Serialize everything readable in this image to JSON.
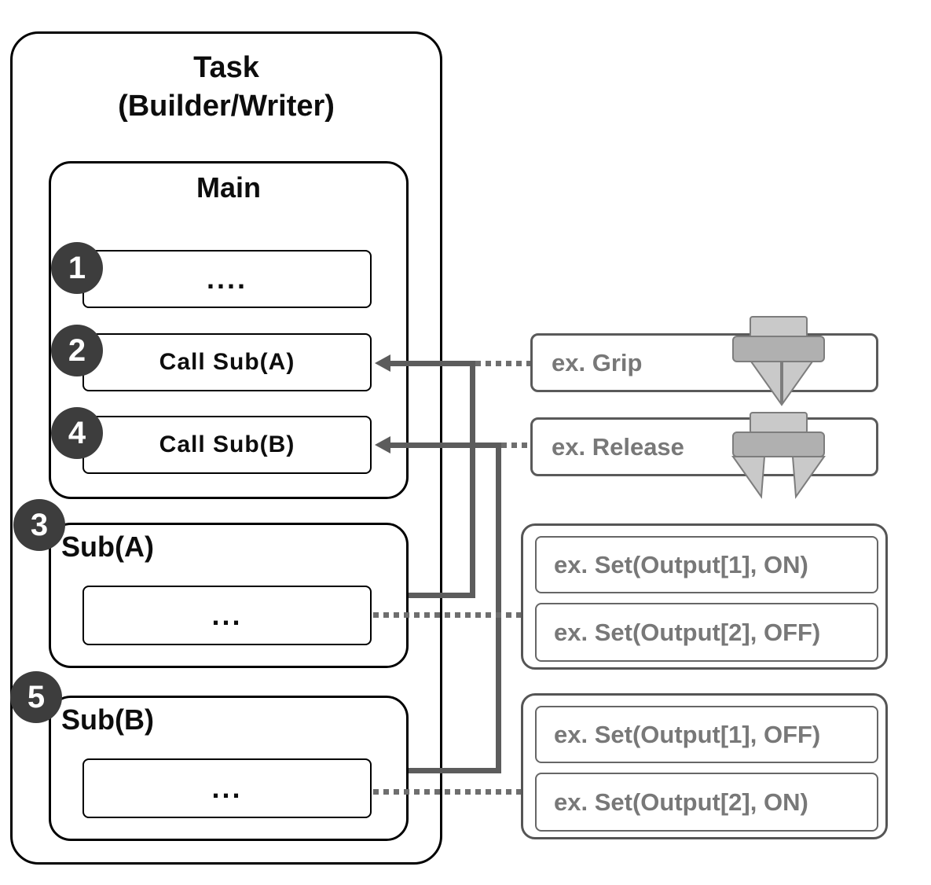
{
  "colors": {
    "border_black": "#000000",
    "badge_bg": "#3d3d3d",
    "connector_gray": "#5c5c5c",
    "dotted_gray": "#6e6e6e",
    "example_border_gray": "#5a5a5a",
    "example_text_gray": "#787878",
    "gripper_light": "#c9c9c9",
    "gripper_mid": "#b0b0b0",
    "gripper_stroke": "#7d7d7d"
  },
  "task": {
    "title_line1": "Task",
    "title_line2": "(Builder/Writer)"
  },
  "main": {
    "title": "Main",
    "steps": [
      {
        "badge": "1",
        "label": "...."
      },
      {
        "badge": "2",
        "label": "Call Sub(A)"
      },
      {
        "badge": "4",
        "label": "Call Sub(B)"
      }
    ]
  },
  "subroutines": [
    {
      "badge": "3",
      "title": "Sub(A)",
      "body": "..."
    },
    {
      "badge": "5",
      "title": "Sub(B)",
      "body": "..."
    }
  ],
  "examples": {
    "grip": {
      "label": "ex. Grip",
      "icon": "gripper-closed-icon"
    },
    "release": {
      "label": "ex. Release",
      "icon": "gripper-open-icon"
    },
    "set_group_a": {
      "items": [
        "ex. Set(Output[1], ON)",
        "ex. Set(Output[2], OFF)"
      ]
    },
    "set_group_b": {
      "items": [
        "ex. Set(Output[1], OFF)",
        "ex. Set(Output[2], ON)"
      ]
    }
  }
}
